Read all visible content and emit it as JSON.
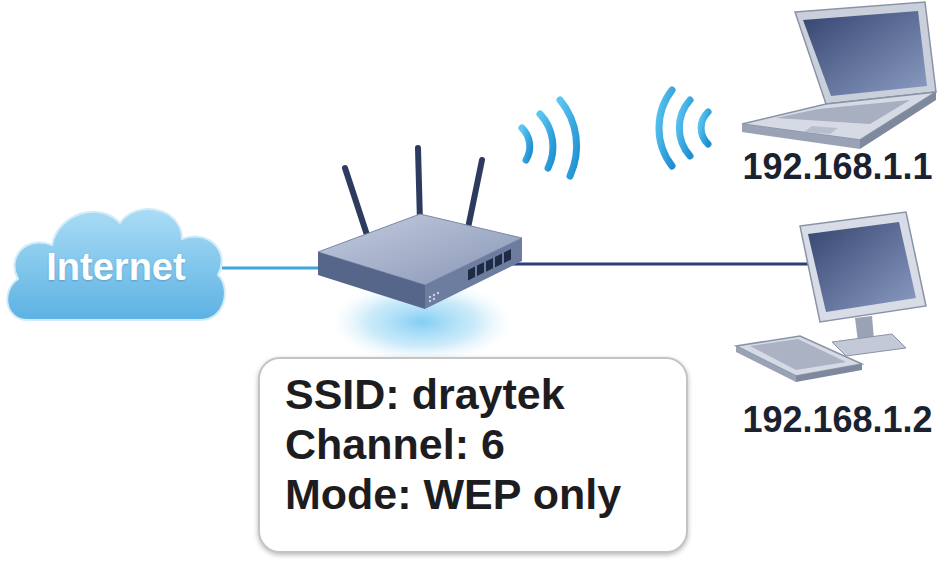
{
  "diagram": {
    "nodes": [
      {
        "text": [
          "Internet"
        ]
      },
      {
        "text": [
          "SSID: draytek",
          "Channel: 6",
          "Mode: WEP only"
        ]
      }
    ],
    "labels": [
      "192.168.1.1",
      "192.168.1.2"
    ]
  }
}
